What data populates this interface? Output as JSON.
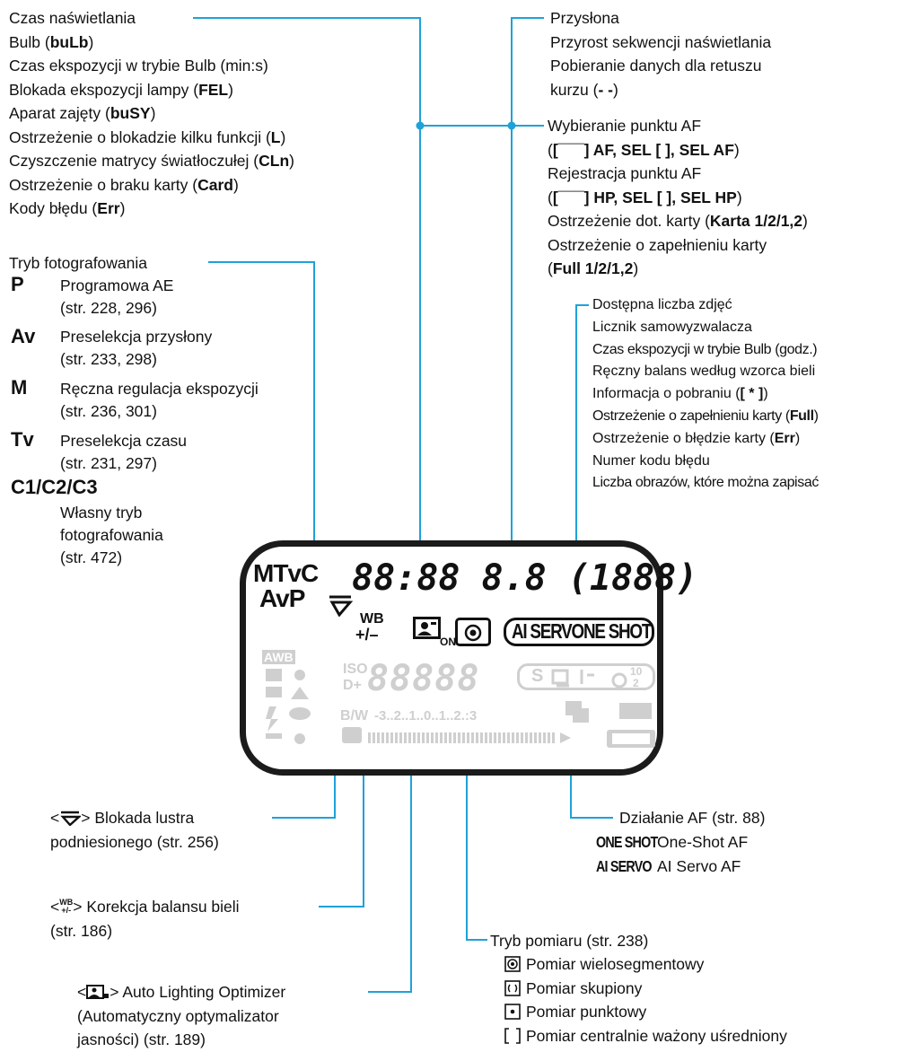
{
  "top_left_list": {
    "line1": "Czas naświetlania",
    "line2_pre": "Bulb (",
    "line2_b": "buLb",
    "line2_post": ")",
    "line3": "Czas ekspozycji w trybie Bulb (min:s)",
    "line4_pre": "Blokada ekspozycji lampy (",
    "line4_b": "FEL",
    "line4_post": ")",
    "line5_pre": "Aparat zajęty (",
    "line5_b": "buSY",
    "line5_post": ")",
    "line6_pre": "Ostrzeżenie o blokadzie kilku funkcji (",
    "line6_b": "L",
    "line6_post": ")",
    "line7_pre": "Czyszczenie matrycy światłoczułej (",
    "line7_b": "CLn",
    "line7_post": ")",
    "line8_pre": "Ostrzeżenie o braku karty (",
    "line8_b": "Card",
    "line8_post": ")",
    "line9_pre": "Kody błędu (",
    "line9_b": "Err",
    "line9_post": ")"
  },
  "modes": {
    "title": "Tryb fotografowania",
    "items": [
      {
        "sym": "P",
        "desc": "Programowa AE",
        "page": "(str. 228, 296)"
      },
      {
        "sym": "Av",
        "desc": "Preselekcja przysłony",
        "page": "(str. 233, 298)"
      },
      {
        "sym": "M",
        "desc": "Ręczna regulacja ekspozycji",
        "page": "(str. 236, 301)"
      },
      {
        "sym": "Tv",
        "desc": "Preselekcja czasu",
        "page": "(str. 231, 297)"
      }
    ],
    "custom_sym": "C1/C2/C3",
    "custom_l1": "Własny tryb",
    "custom_l2": "fotografowania",
    "custom_l3": "(str. 472)"
  },
  "top_right_list": {
    "l1": "Przysłona",
    "l2": "Przyrost sekwencji naświetlania",
    "l3": "Pobieranie danych dla retuszu",
    "l4_pre": "kurzu (",
    "l4_b": "- -",
    "l4_post": ")",
    "l5": "Wybieranie punktu AF",
    "l6_pre": "(",
    "l6_b": "[¯¯¯] AF, SEL [ ], SEL AF",
    "l6_post": ")",
    "l7": "Rejestracja punktu AF",
    "l8_pre": "(",
    "l8_b": "[¯¯¯] HP, SEL [ ], SEL HP",
    "l8_post": ")",
    "l9_pre": "Ostrzeżenie dot. karty (",
    "l9_b": "Karta 1/2/1,2",
    "l9_post": ")",
    "l10": "Ostrzeżenie o zapełnieniu karty",
    "l11_pre": "(",
    "l11_b": "Full 1/2/1,2",
    "l11_post": ")"
  },
  "mid_right_list": {
    "l1": "Dostępna liczba zdjęć",
    "l2": "Licznik samowyzwalacza",
    "l3": "Czas ekspozycji w trybie Bulb (godz.)",
    "l4": "Ręczny balans według wzorca bieli",
    "l5_pre": "Informacja o pobraniu (",
    "l5_b": "[ * ]",
    "l5_post": ")",
    "l6_pre": "Ostrzeżenie o zapełnieniu karty (",
    "l6_b": "Full",
    "l6_post": ")",
    "l7_pre": "Ostrzeżenie o błędzie karty (",
    "l7_b": "Err",
    "l7_post": ")",
    "l8": "Numer kodu błędu",
    "l9": "Liczba obrazów, które można zapisać"
  },
  "lcd": {
    "mode_top": "MTvC",
    "mode_bottom": "AvP",
    "segments": "88:88 8.8 (1888)",
    "wb_top": "WB",
    "wb_bottom": "+/–",
    "alo_on": "ON",
    "af_label": "AI SERVONE SHOT",
    "awb": "AWB",
    "iso_top": "ISO",
    "iso_bottom": "D+",
    "digits": "88888",
    "bw": "B/W",
    "scale": "-3..2..1..0..1..2.:3",
    "drive": "S",
    "timer_top": "10",
    "timer_bottom": "2"
  },
  "bottom_left": {
    "mirror_pre": "<",
    "mirror_post": "> Blokada lustra",
    "mirror_l2": "podniesionego (str. 256)",
    "wb_pre": "<",
    "wb_icon_top": "WB",
    "wb_icon_bottom": "+/-",
    "wb_post": "> Korekcja balansu bieli",
    "wb_l2": "(str. 186)",
    "alo_pre": "<",
    "alo_post": "> Auto Lighting Optimizer",
    "alo_l2": "(Automatyczny optymalizator",
    "alo_l3": "jasności) (str. 189)"
  },
  "af_operation": {
    "title": "Działanie AF (str. 88)",
    "one_shot_sym": "ONE SHOT",
    "one_shot": "One-Shot AF",
    "ai_servo_sym": "AI SERVO",
    "ai_servo": "AI Servo AF"
  },
  "metering": {
    "title": "Tryb pomiaru (str. 238)",
    "items": [
      "Pomiar wielosegmentowy",
      "Pomiar skupiony",
      "Pomiar punktowy",
      "Pomiar centralnie ważony uśredniony"
    ]
  },
  "colors": {
    "leader": "#1ea2d8",
    "lcd_border": "#1b1b1b",
    "ghost": "#cfcfcf"
  }
}
